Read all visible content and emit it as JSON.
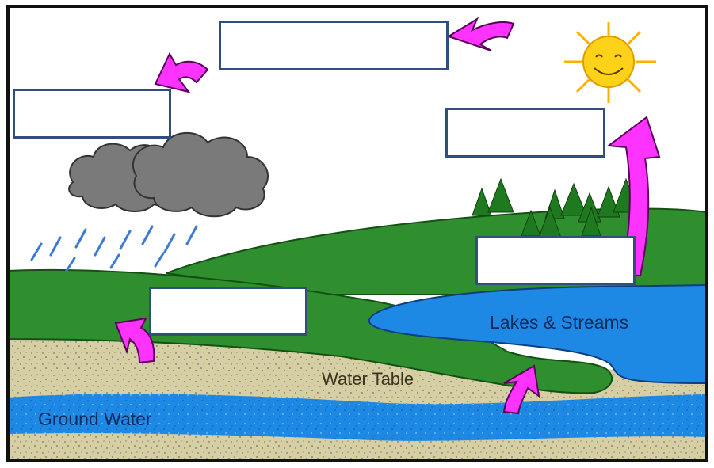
{
  "labels": {
    "lakes": "Lakes & Streams",
    "water_table": "Water Table",
    "ground_water": "Ground Water"
  },
  "blank_boxes": [
    "",
    "",
    "",
    "",
    "",
    ""
  ],
  "colors": {
    "arrow": "#ff33ff",
    "sky": "#ffffff",
    "hill_green": "#2f8f2f",
    "water_blue": "#1e88e5",
    "soil": "#d6cfa4",
    "box_border": "#2f4f7f",
    "cloud": "#7a7a7a",
    "sun": "#ffd21a"
  },
  "icons": [
    "sun-icon",
    "cloud-icon",
    "rain-icon",
    "tree-icon",
    "arrow-icon"
  ]
}
